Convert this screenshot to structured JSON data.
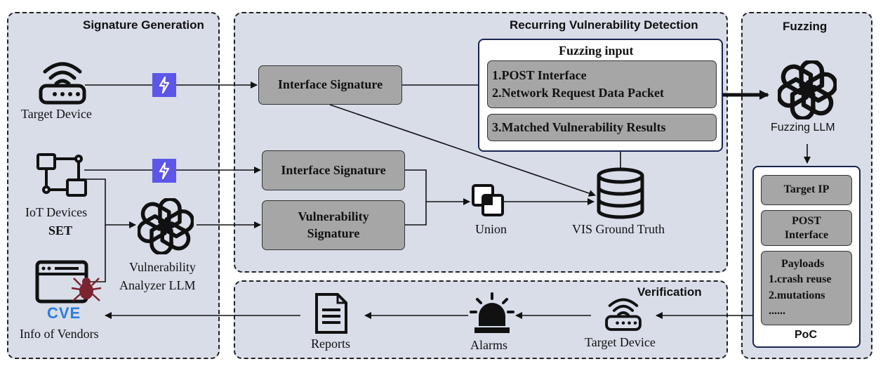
{
  "panels": {
    "signature_generation": "Signature Generation",
    "recurring_detection": "Recurring Vulnerability Detection",
    "fuzzing": "Fuzzing",
    "verification": "Verification"
  },
  "left": {
    "target_device": "Target Device",
    "iot_devices": "IoT Devices",
    "iot_set": "SET",
    "analyzer_line1": "Vulnerability",
    "analyzer_line2": "Analyzer  LLM",
    "cve_logo": "CVE",
    "info_vendors": "Info of Vendors"
  },
  "middle": {
    "interface_sig_top": "Interface Signature",
    "interface_sig_mid": "Interface Signature",
    "vuln_sig_line1": "Vulnerability",
    "vuln_sig_line2": "Signature",
    "union": "Union",
    "vis_ground_truth": "VIS Ground Truth"
  },
  "fuzzing_input": {
    "title": "Fuzzing input",
    "item1": "1.POST Interface",
    "item2": "2.Network Request Data Packet",
    "item3": "3.Matched Vulnerability Results"
  },
  "fuzzing": {
    "llm": "Fuzzing LLM",
    "target_ip": "Target IP",
    "post_line1": "POST",
    "post_line2": "Interface",
    "payloads": "Payloads",
    "crash_reuse": "1.crash reuse",
    "mutations": "2.mutations",
    "ellipsis": "......",
    "poc": "PoC"
  },
  "verification": {
    "target_device": "Target Device",
    "alarms": "Alarms",
    "reports": "Reports"
  },
  "colors": {
    "panel_bg": "#d8dde8",
    "box_gray": "#a6a6a6",
    "bolt": "#5c57e8",
    "cve_blue": "#2b7de0",
    "spider": "#7a2430"
  }
}
